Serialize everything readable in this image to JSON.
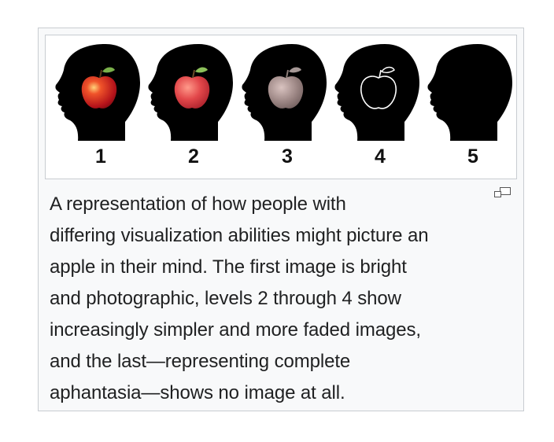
{
  "figure": {
    "levels": [
      {
        "number": "1",
        "apple": "photographic-red-apple"
      },
      {
        "number": "2",
        "apple": "simplified-red-apple"
      },
      {
        "number": "3",
        "apple": "faded-gray-apple"
      },
      {
        "number": "4",
        "apple": "outline-apple"
      },
      {
        "number": "5",
        "apple": "none"
      }
    ],
    "icon": "magnify-clip-icon",
    "caption_lines": [
      "A representation of how people with",
      "differing visualization abilities might picture an",
      "apple in their mind. The first image is bright",
      "and photographic, levels 2 through 4 show",
      "increasingly simpler and more faded images,",
      "and the last—representing complete",
      "aphantasia—shows no image at all."
    ]
  },
  "colors": {
    "frame_border": "#c8ccd1",
    "frame_background": "#f8f9fa",
    "text": "#202122",
    "silhouette": "#000000"
  }
}
